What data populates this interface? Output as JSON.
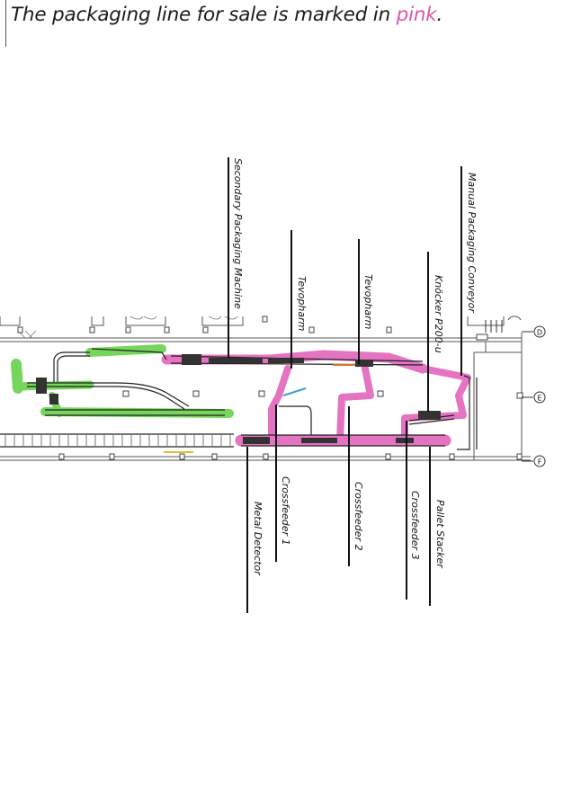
{
  "title": {
    "text_before": "The packaging line for sale is marked in ",
    "highlight": "pink",
    "text_after": "."
  },
  "labels": {
    "secondary_packaging_machine": "Secondary Packaging Machine",
    "tevopharm_1": "Tevopharm",
    "tevopharm_2": "Tevopharm",
    "knocker": "Knöcker P200-u",
    "manual_packaging_conveyor": "Manual Packaging Conveyor",
    "metal_detector": "Metal Detector",
    "crossfeeder_1": "Crossfeeder 1",
    "crossfeeder_2": "Crossfeeder 2",
    "crossfeeder_3": "Crossfeeder 3",
    "pallet_stacker": "Pallet Stacker"
  },
  "grid_markers": [
    "D",
    "E",
    "F"
  ],
  "colors": {
    "for_sale": "#e05cb8",
    "other_line": "#5fcf3f",
    "highlight_text": "#d957a8"
  }
}
